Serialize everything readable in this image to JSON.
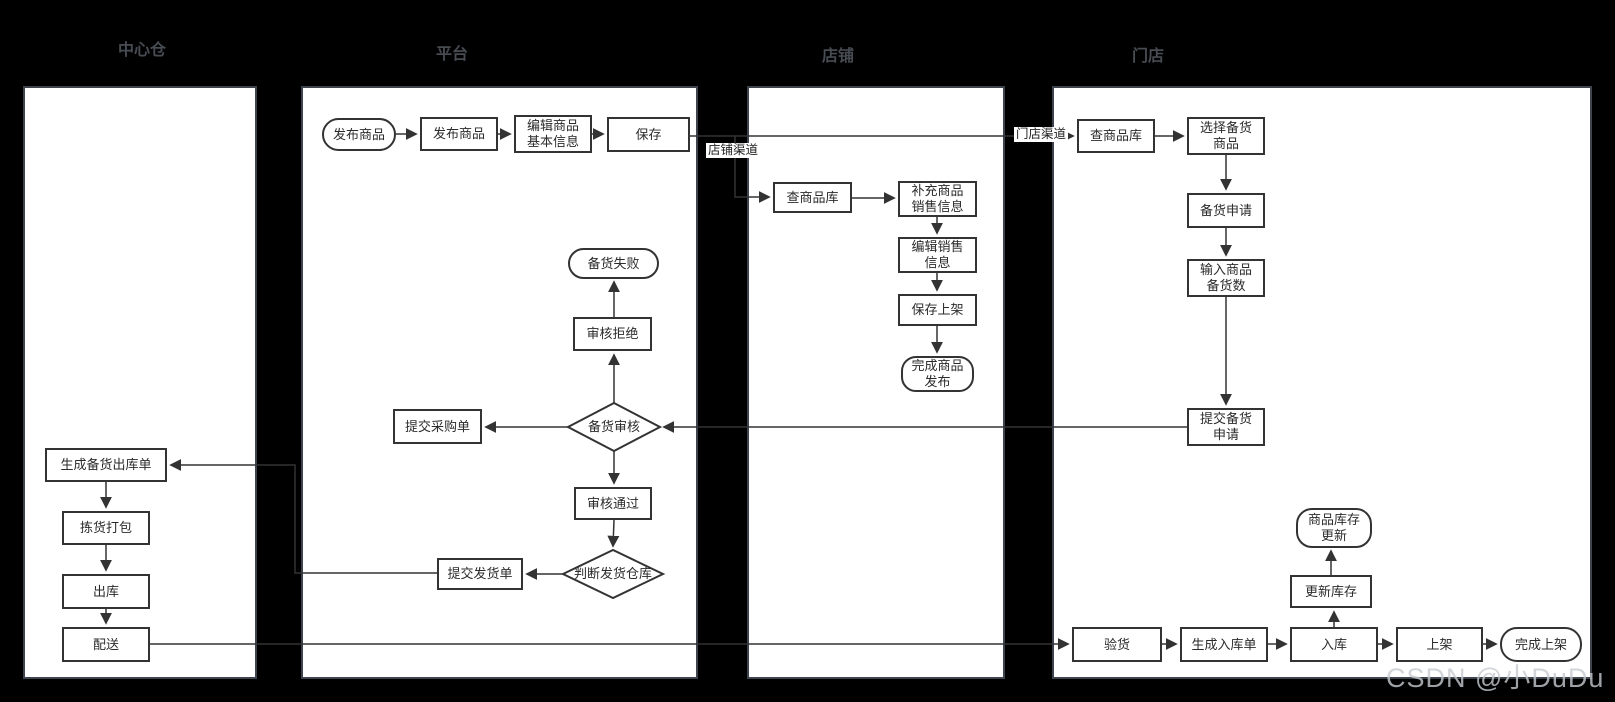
{
  "lanes": [
    {
      "header": "中心仓"
    },
    {
      "header": "平台"
    },
    {
      "header": "店铺"
    },
    {
      "header": "门店"
    }
  ],
  "nodes": {
    "start_publish": "发布商品",
    "publish_product": "发布商品",
    "edit_basic_info": "编辑商品\n基本信息",
    "save": "保存",
    "stocking_failed": "备货失败",
    "audit_reject": "审核拒绝",
    "stocking_audit": "备货审核",
    "submit_purchase_order": "提交采购单",
    "audit_pass": "审核通过",
    "judge_warehouse": "判断发货仓库",
    "submit_shipping_order": "提交发货单",
    "generate_stocking_outbound_order": "生成备货出库单",
    "pick_pack": "拣货打包",
    "outbound": "出库",
    "delivery": "配送",
    "shop_check_product_library": "查商品库",
    "supplement_sales_info": "补充商品\n销售信息",
    "edit_sales_info": "编辑销售\n信息",
    "save_on_shelf": "保存上架",
    "finish_product_publish": "完成商品\n发布",
    "store_check_product_library": "查商品库",
    "select_stocking_product": "选择备货\n商品",
    "stocking_apply": "备货申请",
    "input_stocking_qty": "输入商品\n备货数",
    "submit_stocking_apply": "提交备货\n申请",
    "inventory_updated": "商品库存\n更新",
    "update_inventory": "更新库存",
    "inspect_goods": "验货",
    "generate_inbound_order": "生成入库单",
    "inbound": "入库",
    "on_shelf": "上架",
    "finish_on_shelf": "完成上架"
  },
  "edge_labels": {
    "shop_channel": "店铺渠道",
    "store_channel": "门店渠道"
  },
  "watermark": "CSDN @小DuDu",
  "colors": {
    "background": "#000000",
    "lane_fill": "#ffffff",
    "lane_border": "#3d444d",
    "shape_border": "#333333",
    "connector": "#333333",
    "header_text": "#474b52",
    "watermark_text": "#c6cad0"
  }
}
